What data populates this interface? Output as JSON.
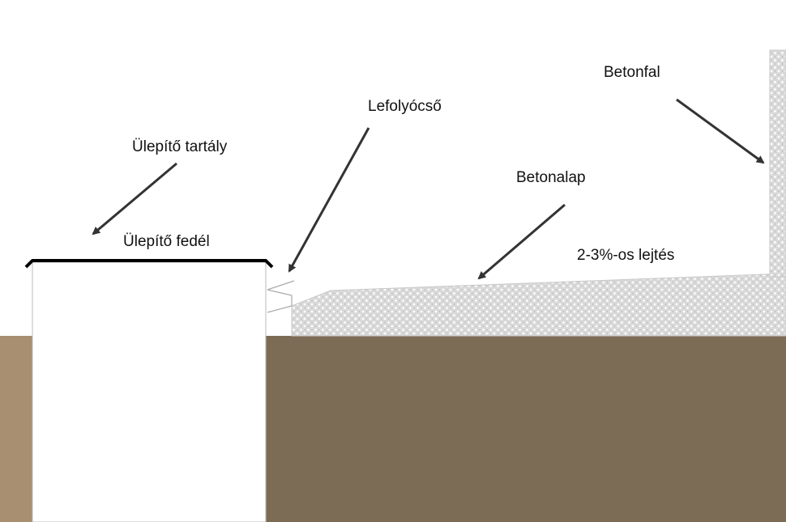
{
  "labels": {
    "betonfal": "Betonfal",
    "lefolyocso": "Lefolyócső",
    "tartaly": "Ülepítő tartály",
    "betonalap": "Betonalap",
    "fedel": "Ülepítő fedél",
    "lejtes": "2-3%-os lejtés"
  },
  "colors": {
    "soil_main": "#7d6c55",
    "soil_left": "#a88f71",
    "concrete_bg": "#d9d9d9",
    "concrete_dot": "#ffffff",
    "lid": "#000000",
    "arrow": "#333333",
    "outline": "#bbbbbb"
  }
}
